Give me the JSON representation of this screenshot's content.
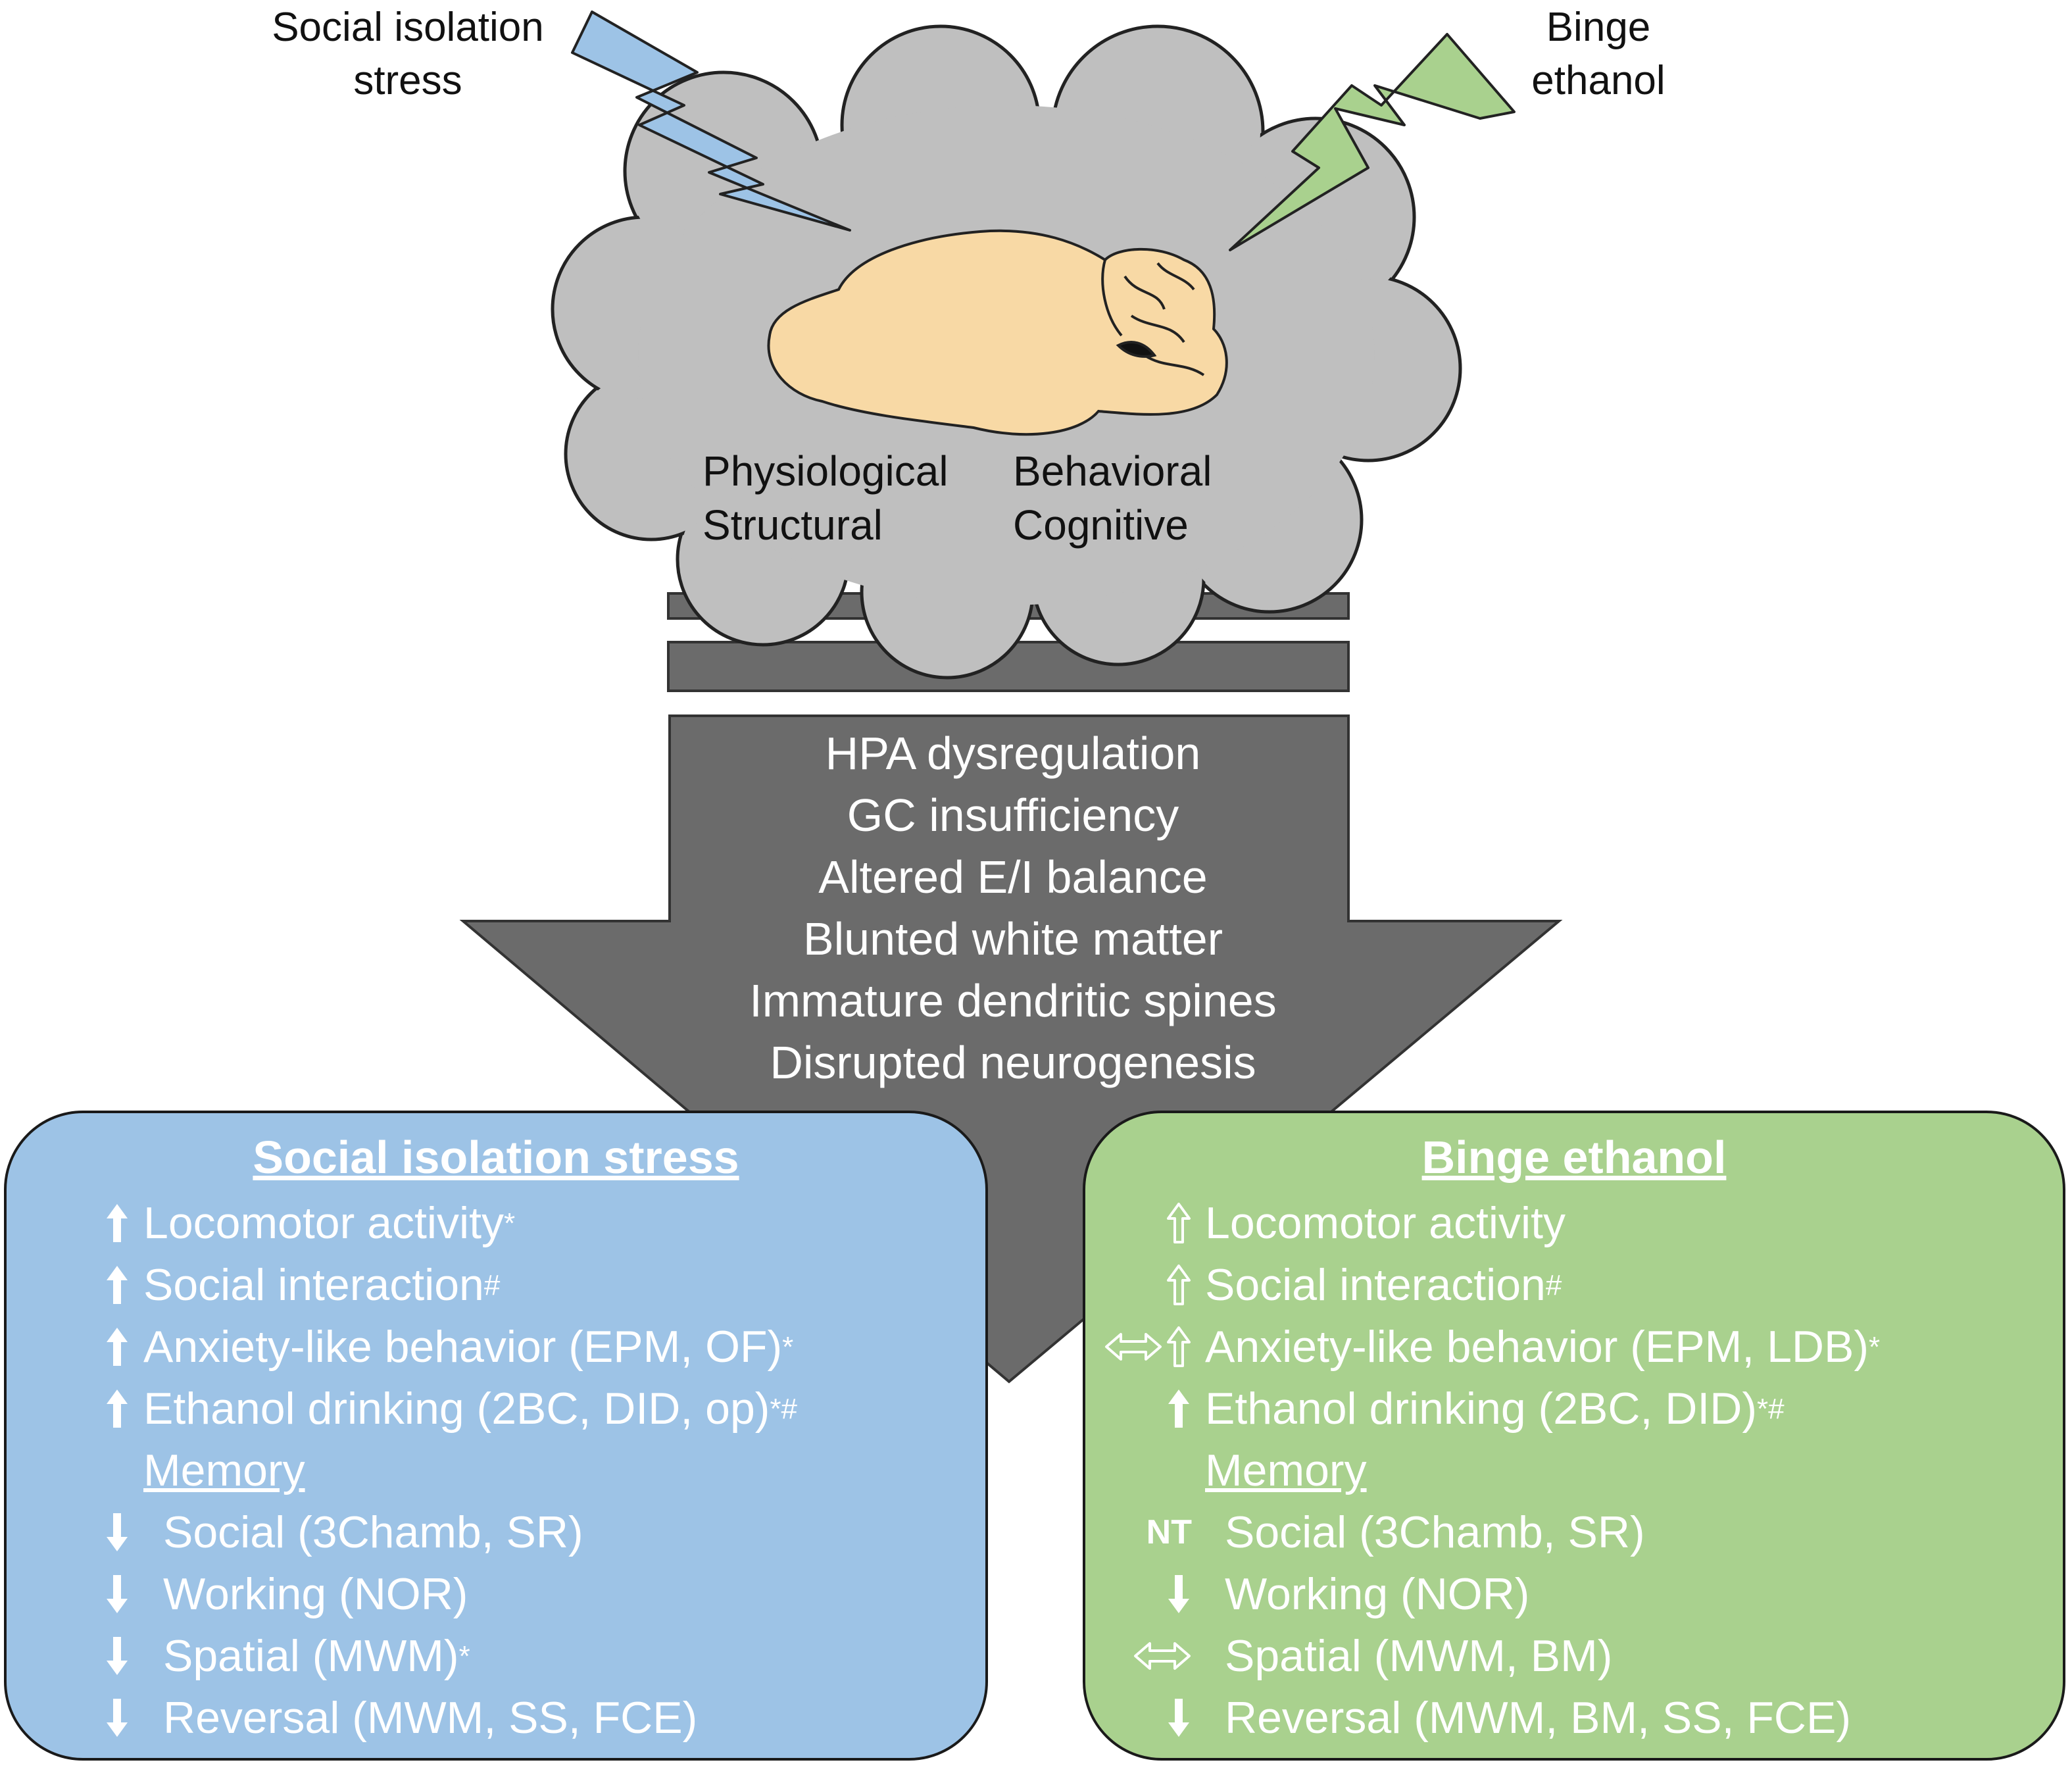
{
  "inputs": {
    "stress": {
      "label": "Social isolation\nstress",
      "color": "#9dc3e6"
    },
    "binge": {
      "label": "Binge\nethanol",
      "color": "#a9d18e"
    }
  },
  "cloud": {
    "left_text": "Physiological\nStructural",
    "right_text": "Behavioral\nCognitive",
    "colors": {
      "cloud": "#bfbfbf",
      "brain": "#f8d9a5"
    }
  },
  "mechanisms": [
    "HPA dysregulation",
    "GC insufficiency",
    "Altered E/I balance",
    "Blunted white matter",
    "Immature dendritic spines",
    "Disrupted neurogenesis"
  ],
  "arrow_color": "#6b6b6b",
  "panels": [
    {
      "title": "Social isolation stress",
      "color": "#9dc3e6",
      "rows": [
        {
          "icon": "solid-up-arrow-icon",
          "text": "Locomotor activity",
          "sup": "*"
        },
        {
          "icon": "solid-up-arrow-icon",
          "text": "Social interaction",
          "sup": "#"
        },
        {
          "icon": "solid-up-arrow-icon",
          "text": "Anxiety-like behavior (EPM, OF)",
          "sup": "*"
        },
        {
          "icon": "solid-up-arrow-icon",
          "text": "Ethanol drinking (2BC, DID, op)",
          "sup": "*#"
        },
        {
          "icon": "",
          "text": "Memory",
          "sup": "",
          "heading": true
        },
        {
          "icon": "solid-down-arrow-icon",
          "text": "Social (3Chamb, SR)",
          "sup": ""
        },
        {
          "icon": "solid-down-arrow-icon",
          "text": "Working (NOR)",
          "sup": ""
        },
        {
          "icon": "solid-down-arrow-icon",
          "text": "Spatial (MWM)",
          "sup": "*"
        },
        {
          "icon": "solid-down-arrow-icon",
          "text": "Reversal (MWM, SS, FCE)",
          "sup": ""
        }
      ]
    },
    {
      "title": "Binge ethanol",
      "color": "#a9d18e",
      "rows": [
        {
          "icon": "outline-up-arrow-icon",
          "text": "Locomotor activity",
          "sup": ""
        },
        {
          "icon": "outline-up-arrow-icon",
          "text": "Social interaction",
          "sup": "#"
        },
        {
          "icon": "bidirectional-and-up-arrow-icon",
          "text": "Anxiety-like behavior (EPM, LDB)",
          "sup": "*"
        },
        {
          "icon": "solid-up-arrow-icon",
          "text": "Ethanol drinking (2BC, DID)",
          "sup": "*#"
        },
        {
          "icon": "",
          "text": "Memory",
          "sup": "",
          "heading": true
        },
        {
          "icon": "not-tested-icon",
          "icon_text": "NT",
          "text": "Social (3Chamb, SR)",
          "sup": ""
        },
        {
          "icon": "solid-down-arrow-icon",
          "text": "Working (NOR)",
          "sup": ""
        },
        {
          "icon": "bidirectional-arrow-icon",
          "text": "Spatial (MWM, BM)",
          "sup": ""
        },
        {
          "icon": "solid-down-arrow-icon",
          "text": "Reversal (MWM, BM, SS, FCE)",
          "sup": ""
        }
      ]
    }
  ]
}
